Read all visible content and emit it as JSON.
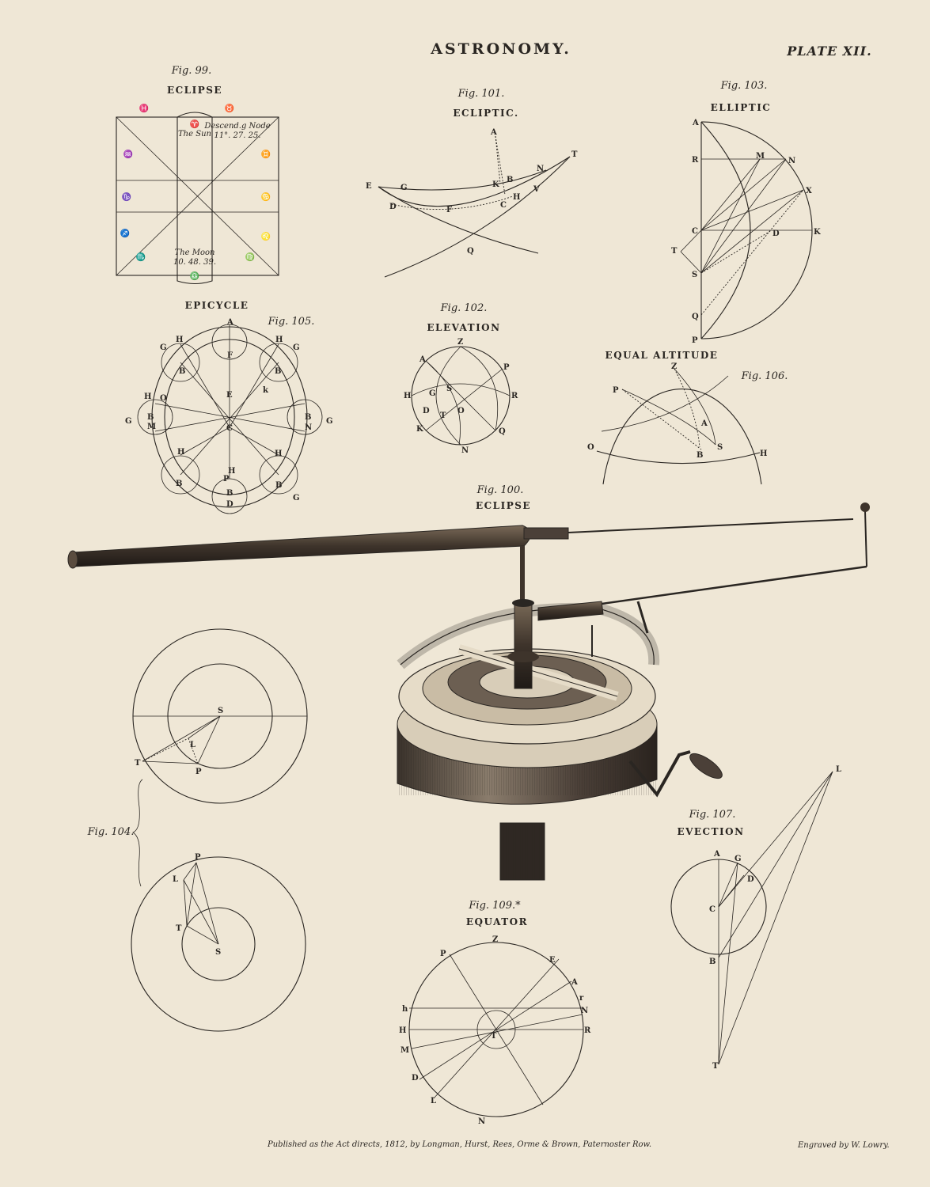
{
  "header": {
    "title": "ASTRONOMY.",
    "plate": "PLATE XII."
  },
  "fig99": {
    "fig": "Fig. 99.",
    "title": "ECLIPSE",
    "symbols": [
      "♈",
      "♉",
      "♊",
      "♋",
      "♌",
      "♍",
      "♎",
      "♏",
      "♐",
      "♑",
      "♒",
      "♓"
    ],
    "sun_label": "The Sun",
    "node_label_1": "Descend.g Node",
    "node_label_2": "11°. 27. 25.",
    "moon_label_1": "The Moon",
    "moon_label_2": "10. 48. 39."
  },
  "fig101": {
    "fig": "Fig. 101.",
    "title": "ECLIPTIC.",
    "labels": [
      "A",
      "T",
      "N",
      "E",
      "G",
      "K",
      "B",
      "H",
      "V",
      "D",
      "F",
      "C",
      "Q"
    ]
  },
  "fig103": {
    "fig": "Fig. 103.",
    "title": "ELLIPTIC",
    "labels": [
      "A",
      "R",
      "M",
      "N",
      "X",
      "C",
      "D",
      "K",
      "T",
      "S",
      "Q",
      "P"
    ]
  },
  "fig105": {
    "fig": "Fig. 105.",
    "title": "EPICYCLE",
    "labels": [
      "A",
      "F",
      "H",
      "G",
      "B",
      "E",
      "k",
      "O",
      "M",
      "N",
      "C",
      "P",
      "D"
    ]
  },
  "fig102": {
    "fig": "Fig. 102.",
    "title": "ELEVATION",
    "labels": [
      "Z",
      "A",
      "P",
      "H",
      "G",
      "S",
      "R",
      "D",
      "T",
      "O",
      "K",
      "Q",
      "N"
    ]
  },
  "fig106": {
    "fig": "Fig. 106.",
    "title": "EQUAL ALTITUDE",
    "labels": [
      "Z",
      "P",
      "A",
      "O",
      "B",
      "S",
      "H"
    ]
  },
  "fig100": {
    "fig": "Fig. 100.",
    "title": "ECLIPSE"
  },
  "fig104": {
    "fig": "Fig. 104.",
    "labels": [
      "S",
      "L",
      "T",
      "P"
    ]
  },
  "fig107": {
    "fig": "Fig. 107.",
    "title": "EVECTION",
    "labels": [
      "L",
      "A",
      "G",
      "D",
      "C",
      "B",
      "T"
    ]
  },
  "fig109": {
    "fig": "Fig. 109.*",
    "title": "EQUATOR",
    "labels": [
      "Z",
      "P",
      "E",
      "A",
      "r",
      "h",
      "N",
      "H",
      "R",
      "T",
      "M",
      "D",
      "L"
    ]
  },
  "footer": {
    "published": "Published as the Act directs, 1812, by Longman, Hurst, Rees, Orme & Brown, Paternoster Row.",
    "engraved": "Engraved by W. Lowry."
  },
  "colors": {
    "paper": "#efe7d6",
    "ink": "#2a2622"
  }
}
